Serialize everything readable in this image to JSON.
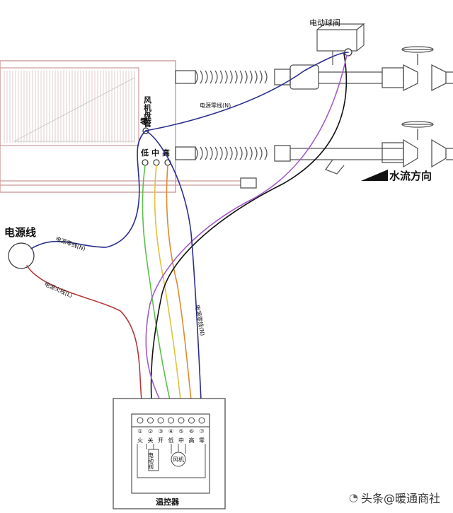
{
  "labels": {
    "valve": "电动球阀",
    "fan_coil": "风机盘管",
    "zero": "零",
    "low": "低",
    "mid": "中",
    "high": "高",
    "neutral_top": "电源零线(N)",
    "power_line": "电源线",
    "neutral_left": "电源零线(N)",
    "live_left": "电源火线(L)",
    "neutral_bottom": "电源零线(N)",
    "water_flow": "水流方向",
    "thermostat": "温控器",
    "valve_box": "电动阀",
    "fan_box": "风机"
  },
  "terminals": {
    "numbers": [
      "①",
      "②",
      "③",
      "④",
      "⑤",
      "⑥",
      "⑦"
    ],
    "names": [
      "火",
      "关",
      "开",
      "低",
      "中",
      "高",
      "零"
    ]
  },
  "watermark": "头条@暖通商社",
  "colors": {
    "neutral": "#2a2f8c",
    "live": "#b33a3a",
    "low": "#5cc04a",
    "mid": "#e0c23a",
    "high": "#e08a2c",
    "purple": "#a25cc8",
    "black": "#111111"
  }
}
